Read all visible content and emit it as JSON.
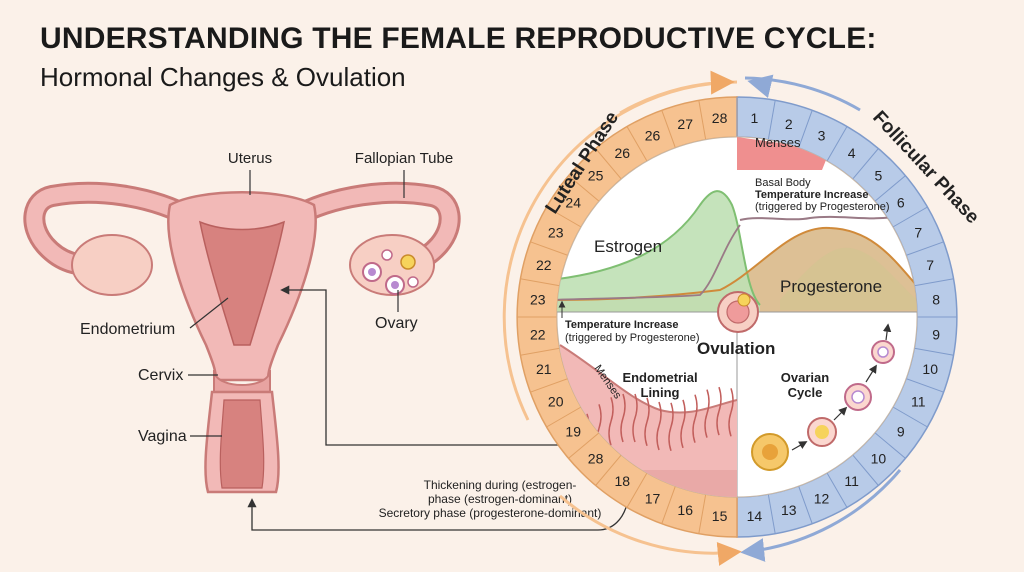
{
  "title": "UNDERSTANDING THE FEMALE REPRODUCTIVE CYCLE:",
  "subtitle": "Hormonal Changes & Ovulation",
  "anatomy": {
    "uterus": "Uterus",
    "fallopian_tube": "Fallopian Tube",
    "endometrium": "Endometrium",
    "ovary": "Ovary",
    "cervix": "Cervix",
    "vagina": "Vagina"
  },
  "phases": {
    "luteal": "Luteal Phase",
    "follicular": "Follicular Phase"
  },
  "ring_numbers": {
    "right": [
      "1",
      "2",
      "3",
      "4",
      "5",
      "6",
      "7",
      "7",
      "8",
      "9",
      "10",
      "11",
      "9",
      "10",
      "11",
      "12",
      "13",
      "14"
    ],
    "left": [
      "15",
      "16",
      "17",
      "18",
      "28",
      "19",
      "20",
      "21",
      "22",
      "23",
      "22",
      "23",
      "24",
      "25",
      "26",
      "26",
      "27",
      "28"
    ]
  },
  "chart": {
    "menses": "Menses",
    "bbt_line1": "Basal Body",
    "bbt_line2": "Temperature Increase",
    "bbt_line3": "(triggered by Progesterone)",
    "estrogen": "Estrogen",
    "progesterone": "Progesterone",
    "temp_line1": "Temperature Increase",
    "temp_line2": "(triggered by Progesterone)",
    "ovulation": "Ovulation",
    "menses_vertical": "Menses",
    "endometrial_line1": "Endometrial",
    "endometrial_line2": "Lining",
    "ovarian_line1": "Ovarian",
    "ovarian_line2": "Cycle"
  },
  "notes": {
    "line1": "Thickening during (estrogen-",
    "line2": "phase (estrogen-dominant)",
    "line3": "Secretory phase (progesterone-dominant)"
  },
  "colors": {
    "luteal": "#f6c290",
    "follicular": "#b8cbe8",
    "estrogen": "#bfe0b4",
    "progesterone": "#d9b98a",
    "menses": "#ef8f8f",
    "uterus": "#f2b9b7"
  }
}
